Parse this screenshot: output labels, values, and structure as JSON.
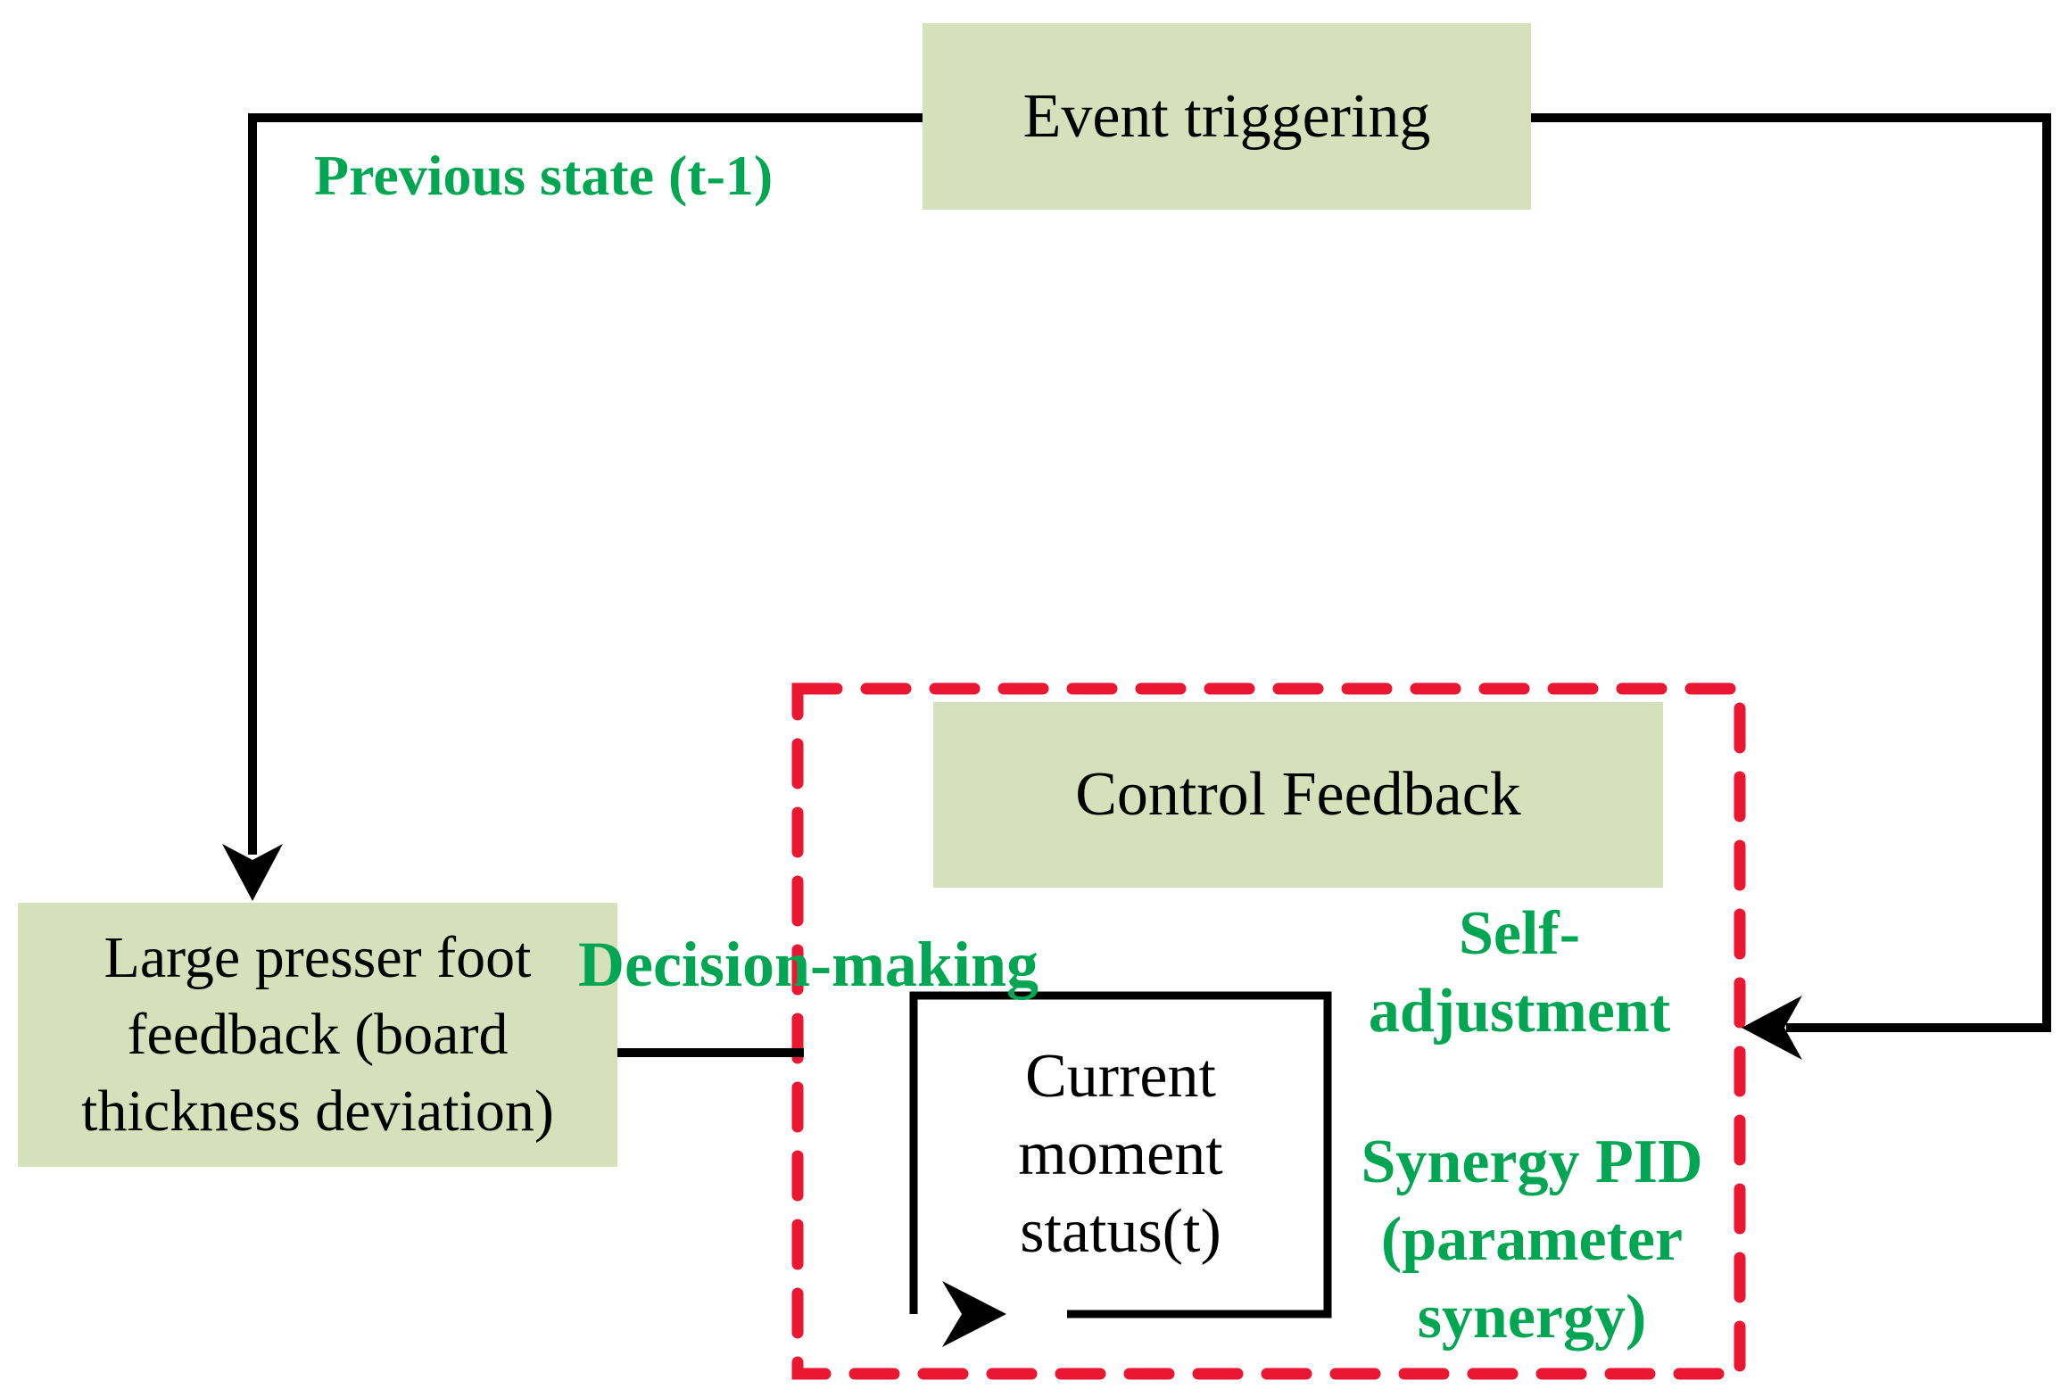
{
  "diagram": {
    "nodes": {
      "event_triggering": {
        "label": "Event triggering"
      },
      "large_presser_foot": {
        "line1": "Large presser foot",
        "line2": "feedback (board",
        "line3": "thickness deviation)"
      },
      "control_feedback": {
        "label": "Control Feedback"
      },
      "current_moment": {
        "line1": "Current",
        "line2": "moment",
        "line3": "status(t)"
      }
    },
    "labels": {
      "previous_state": "Previous state (t-1)",
      "decision_making": "Decision-making",
      "self_adjustment_line1": "Self-",
      "self_adjustment_line2": "adjustment",
      "synergy_line1": "Synergy PID",
      "synergy_line2": "(parameter",
      "synergy_line3": "synergy)"
    },
    "colors": {
      "node_fill": "#d6e1bc",
      "label_green": "#00a651",
      "dashed_red": "#ea1733",
      "connector_black": "#000000"
    }
  }
}
